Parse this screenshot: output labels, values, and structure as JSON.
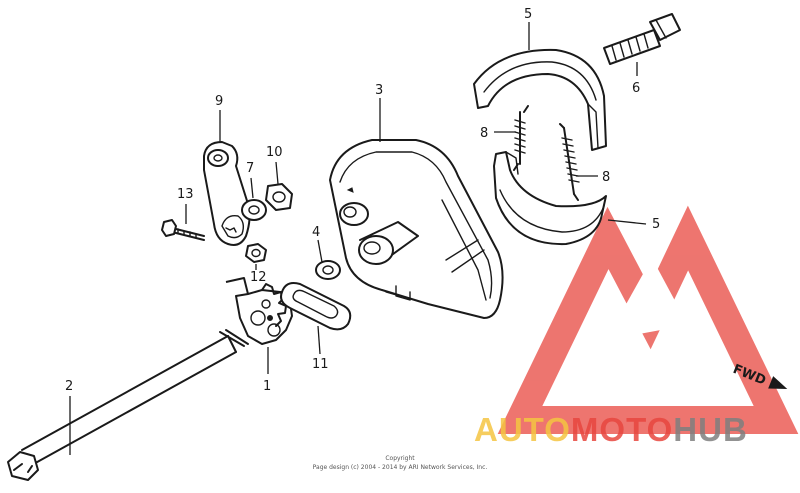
{
  "callouts": {
    "c1": "1",
    "c2": "2",
    "c3": "3",
    "c4": "4",
    "c5a": "5",
    "c5b": "5",
    "c6": "6",
    "c7": "7",
    "c8a": "8",
    "c8b": "8",
    "c9": "9",
    "c10": "10",
    "c11": "11",
    "c12": "12",
    "c13": "13"
  },
  "direction_label": "FWD",
  "copyright": {
    "line1": "Copyright",
    "line2": "Page design (c) 2004 - 2014 by ARI Network Services, Inc."
  },
  "watermark": {
    "part1": "AUTO",
    "part2": "MOTO",
    "part3": "HUB",
    "colors": {
      "logo_red": "#e8473f",
      "auto_yellow": "#f5c542",
      "moto_red": "#e8473f",
      "hub_gray": "#7f7f7f"
    }
  }
}
